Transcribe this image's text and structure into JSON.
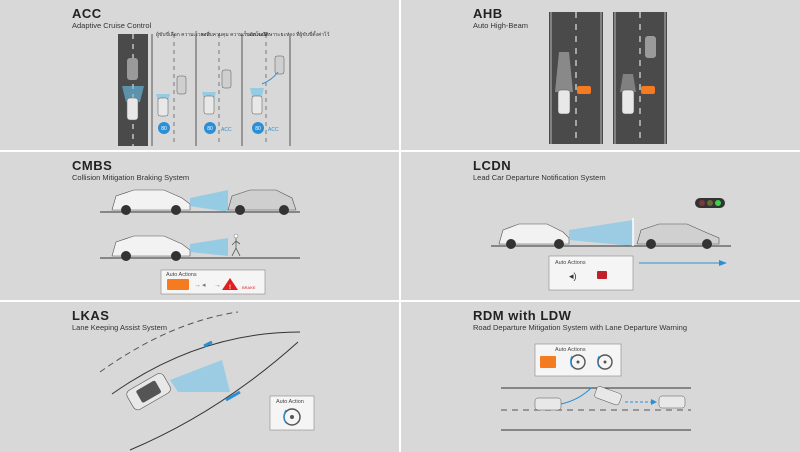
{
  "acc": {
    "title": "ACC",
    "subtitle": "Adaptive Cruise Control",
    "notes": [
      "ผู้ขับขี่เลือก ความเร็วคงที่",
      "ระบบควบคุม ความเร็วอัตโนมัติ",
      "ระบบจะรักษาระยะห่าง ที่ผู้ขับขี่ตั้งค่าไว้"
    ],
    "speed": "80",
    "tag": "ACC"
  },
  "ahb": {
    "title": "AHB",
    "subtitle": "Auto High-Beam"
  },
  "cmbs": {
    "title": "CMBS",
    "subtitle": "Collision Mitigation Braking System",
    "auto_actions": "Auto Actions",
    "brake": "BRAKE"
  },
  "lcdn": {
    "title": "LCDN",
    "subtitle": "Lead Car Departure Notification System",
    "auto_actions": "Auto Actions"
  },
  "lkas": {
    "title": "LKAS",
    "subtitle": "Lane Keeping Assist System",
    "auto_action": "Auto Action"
  },
  "rdm": {
    "title": "RDM with LDW",
    "subtitle": "Road Departure Mitigation System with Lane Departure Warning",
    "auto_actions": "Auto Actions"
  }
}
